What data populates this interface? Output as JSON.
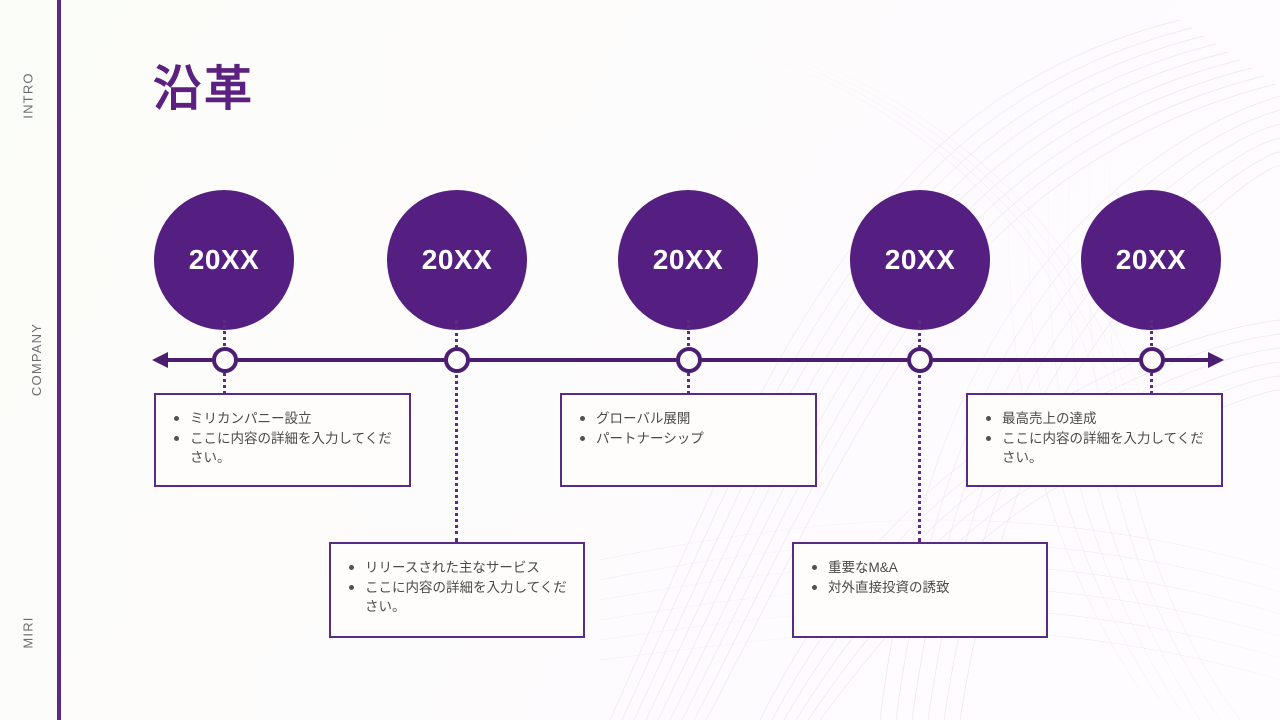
{
  "slide": {
    "title": "沿革",
    "accent_color": "#551f81",
    "axis_color": "#4b1e72",
    "box_border_color": "#5b2a86",
    "background_color": "#fdfcfb"
  },
  "sidebar": {
    "items": [
      {
        "label": "INTRO"
      },
      {
        "label": "COMPANY"
      },
      {
        "label": "MIRI"
      }
    ]
  },
  "timeline": {
    "axis": {
      "left_arrow": "◀",
      "right_arrow": "▶"
    },
    "nodes": [
      {
        "year": "20XX",
        "position": "above",
        "bullets": [
          "ミリカンパニー設立",
          "ここに内容の詳細を入力してください。"
        ]
      },
      {
        "year": "20XX",
        "position": "below",
        "bullets": [
          "リリースされた主なサービス",
          "ここに内容の詳細を入力してください。"
        ]
      },
      {
        "year": "20XX",
        "position": "above",
        "bullets": [
          "グローバル展開",
          "パートナーシップ"
        ]
      },
      {
        "year": "20XX",
        "position": "below",
        "bullets": [
          "重要なM&A",
          "対外直接投資の誘致"
        ]
      },
      {
        "year": "20XX",
        "position": "above",
        "bullets": [
          "最高売上の達成",
          "ここに内容の詳細を入力してください。"
        ]
      }
    ]
  }
}
